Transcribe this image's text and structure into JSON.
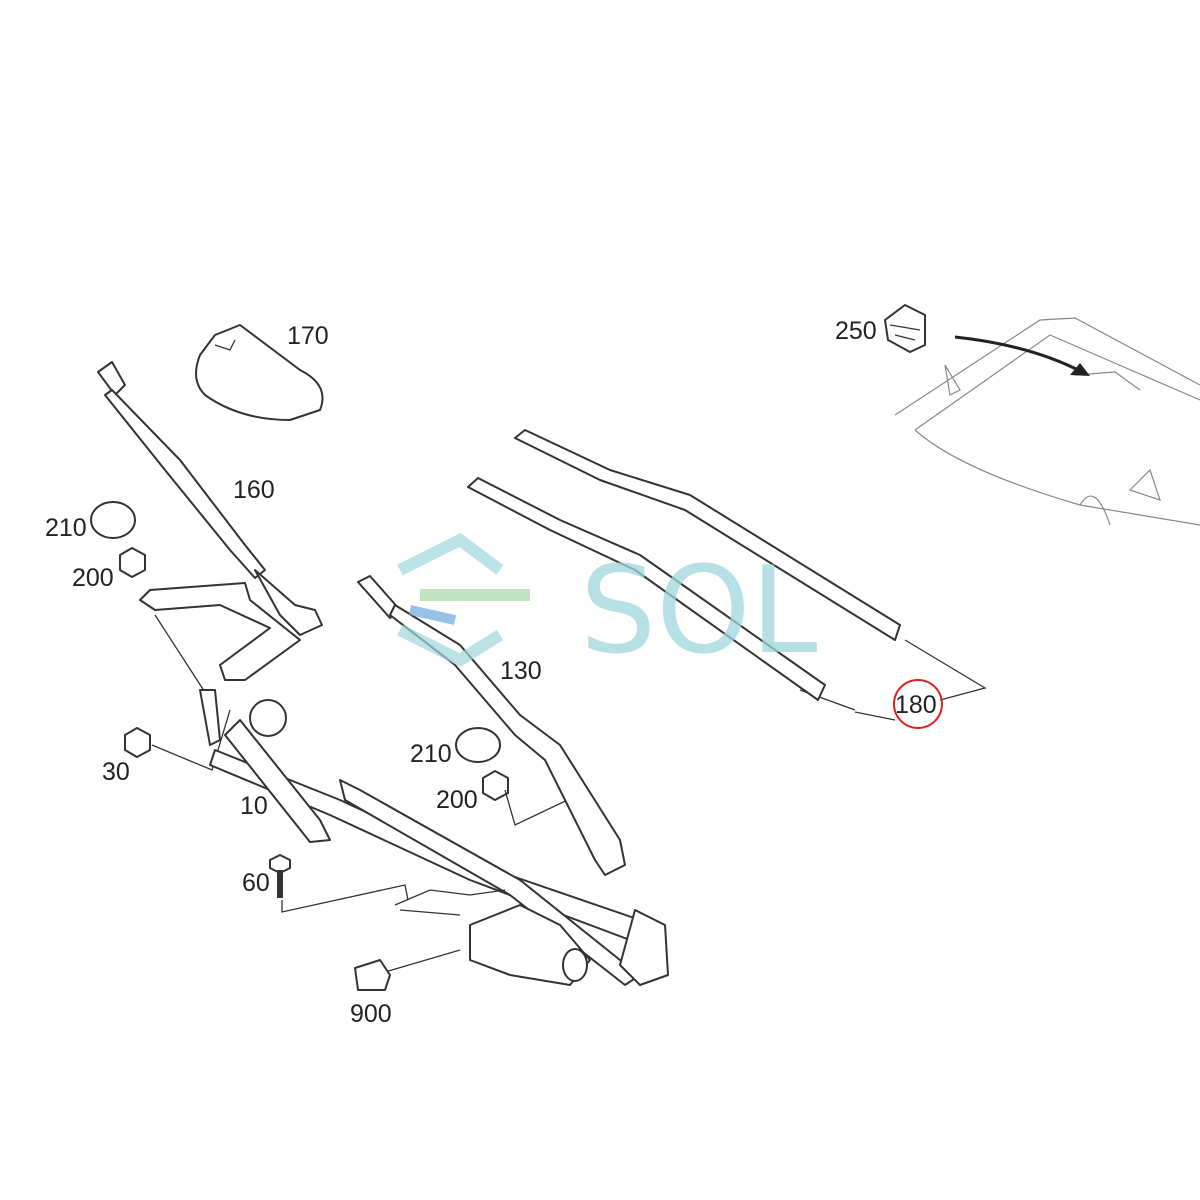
{
  "diagram": {
    "title": "Windshield wiper system exploded parts diagram",
    "watermark": "SOL",
    "highlight_color": "#e02020",
    "callouts": {
      "p170": "170",
      "p160": "160",
      "p210a": "210",
      "p200a": "200",
      "p130": "130",
      "p30": "30",
      "p10": "10",
      "p60": "60",
      "p900": "900",
      "p210b": "210",
      "p200b": "200",
      "p180": "180",
      "p250": "250"
    }
  }
}
